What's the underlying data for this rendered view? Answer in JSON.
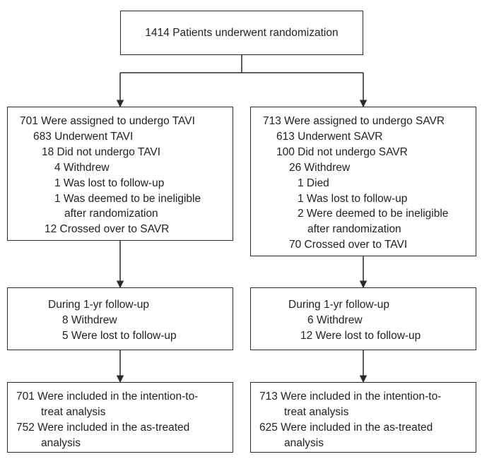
{
  "top_box": {
    "text": "1414 Patients underwent randomization"
  },
  "tavi_arm": {
    "assignment": [
      "701 Were assigned to undergo TAVI",
      "683 Underwent TAVI",
      "18 Did not undergo TAVI",
      "4 Withdrew",
      "1 Was lost to follow-up",
      "1 Was deemed to be ineligible",
      "after randomization",
      "12 Crossed over to SAVR"
    ],
    "followup": [
      "During 1-yr follow-up",
      "8 Withdrew",
      "5 Were lost to follow-up"
    ],
    "analysis": [
      "701 Were included in the intention-to-",
      "treat analysis",
      "752 Were included in the as-treated",
      "analysis"
    ]
  },
  "savr_arm": {
    "assignment": [
      "713 Were assigned to undergo SAVR",
      "613 Underwent SAVR",
      "100 Did not undergo SAVR",
      "26 Withdrew",
      "1 Died",
      "1 Was lost to follow-up",
      "2 Were deemed to be ineligible",
      "after randomization",
      "70 Crossed over to TAVI"
    ],
    "followup": [
      "During 1-yr follow-up",
      "6 Withdrew",
      "12 Were lost to follow-up"
    ],
    "analysis": [
      "713 Were included in the intention-to-",
      "treat analysis",
      "625 Were included in the as-treated",
      "analysis"
    ]
  }
}
